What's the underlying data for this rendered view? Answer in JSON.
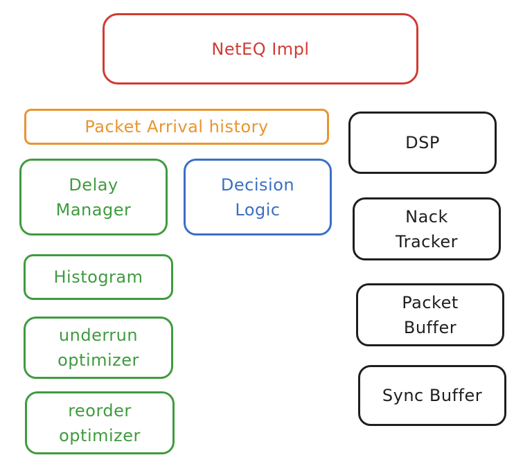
{
  "boxes": {
    "neteq_impl": {
      "label": "NetEQ Impl",
      "color": "#d03b32"
    },
    "packet_arrival_history": {
      "label": "Packet Arrival history",
      "color": "#e8952f"
    },
    "dsp": {
      "label": "DSP",
      "color": "#1e1e1e"
    },
    "delay_manager": {
      "label": "Delay\nManager",
      "color": "#3f9b3f"
    },
    "decision_logic": {
      "label": "Decision\nLogic",
      "color": "#3a6fc4"
    },
    "nack_tracker": {
      "label": "Nack\nTracker",
      "color": "#1e1e1e"
    },
    "histogram": {
      "label": "Histogram",
      "color": "#3f9b3f"
    },
    "packet_buffer": {
      "label": "Packet\nBuffer",
      "color": "#1e1e1e"
    },
    "underrun_optimizer": {
      "label": "underrun\noptimizer",
      "color": "#3f9b3f"
    },
    "sync_buffer": {
      "label": "Sync Buffer",
      "color": "#1e1e1e"
    },
    "reorder_optimizer": {
      "label": "reorder\noptimizer",
      "color": "#3f9b3f"
    }
  }
}
